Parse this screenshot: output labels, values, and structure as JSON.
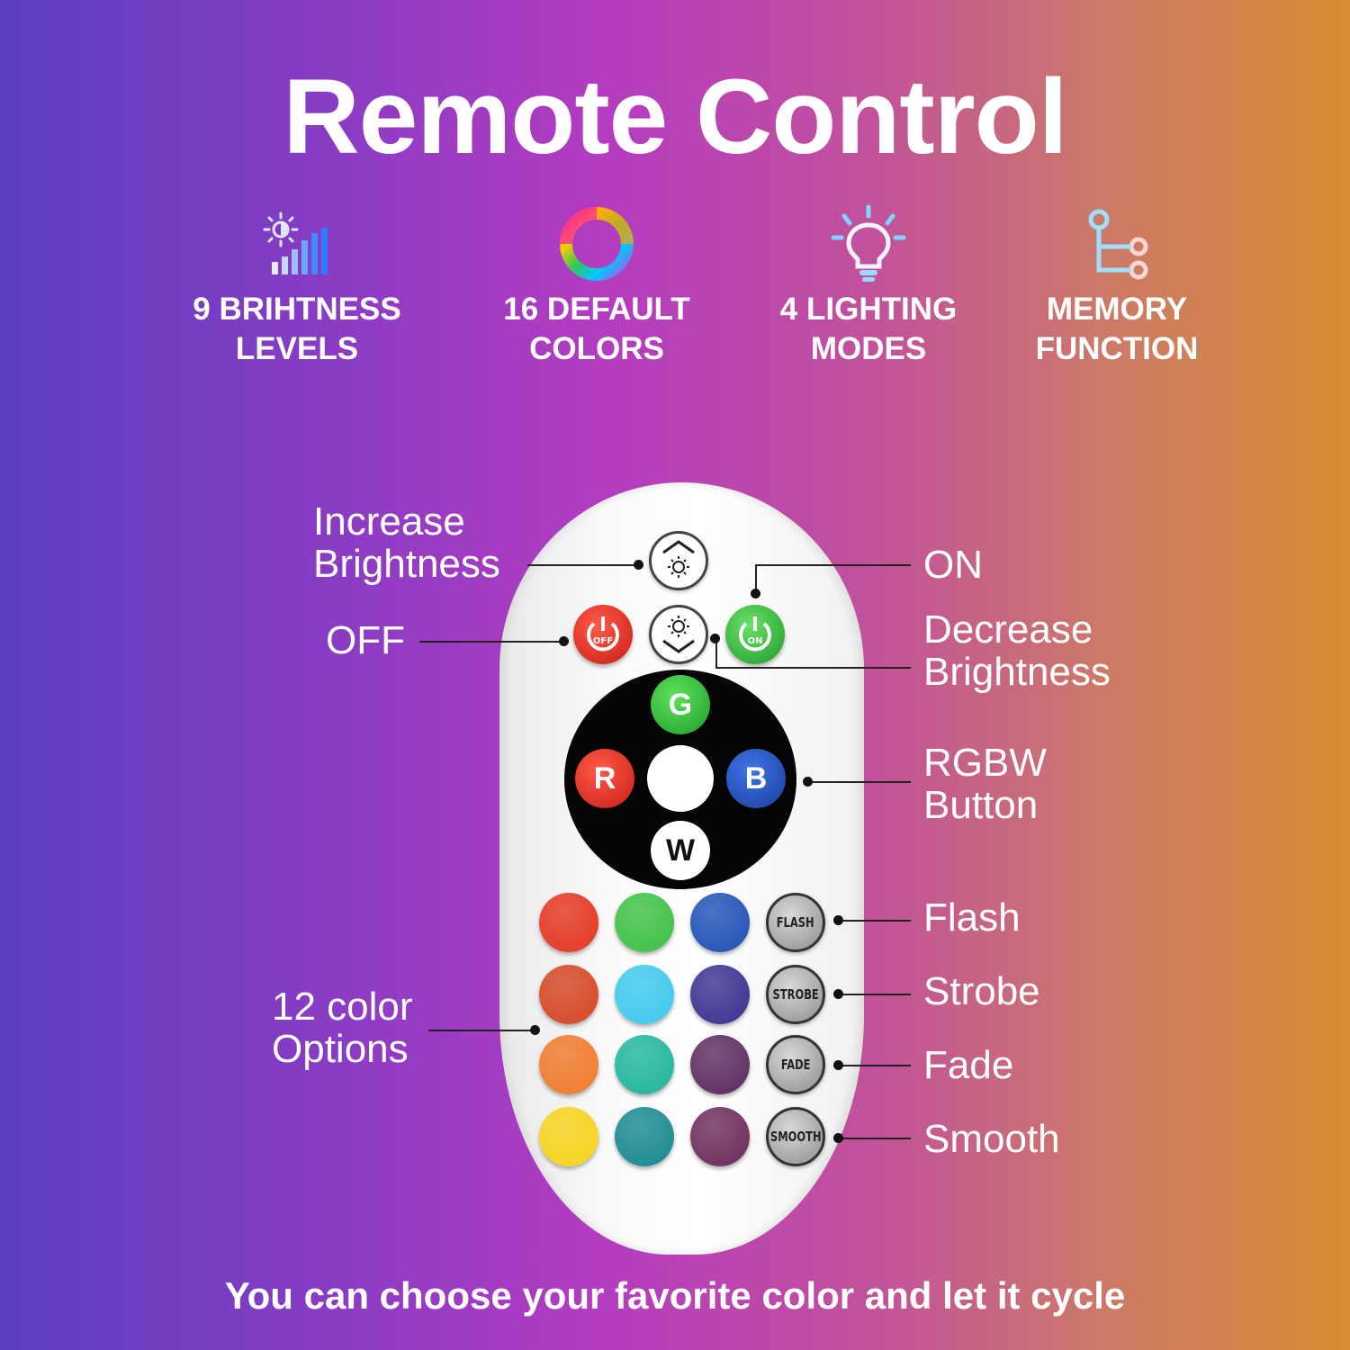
{
  "title": "Remote Control",
  "features": [
    {
      "icon": "brightness-bars-icon",
      "label": "9 BRIHTNESS\nLEVELS"
    },
    {
      "icon": "color-ring-icon",
      "label": "16 DEFAULT\nCOLORS"
    },
    {
      "icon": "light-bulb-icon",
      "label": "4 LIGHTING\nMODES"
    },
    {
      "icon": "memory-branch-icon",
      "label": "MEMORY\nFUNCTION"
    }
  ],
  "callouts": {
    "increase": "Increase\nBrightness",
    "off": "OFF",
    "on": "ON",
    "decrease": "Decrease\nBrightness",
    "rgbw": "RGBW\nButton",
    "color_options": "12 color\nOptions",
    "flash": "Flash",
    "strobe": "Strobe",
    "fade": "Fade",
    "smooth": "Smooth"
  },
  "remote": {
    "off_label": "OFF",
    "on_label": "ON",
    "r": "R",
    "g": "G",
    "b": "B",
    "w": "W",
    "flash": "FLASH",
    "strobe": "STROBE",
    "fade": "FADE",
    "smooth": "SMOOTH",
    "colors": [
      [
        "#e53520",
        "#3cc043",
        "#1f4fb5"
      ],
      [
        "#d54522",
        "#3cc8ee",
        "#3b2f8f"
      ],
      [
        "#f0792a",
        "#1fb59c",
        "#5a2a5e"
      ],
      [
        "#f6d31a",
        "#17888f",
        "#6b2a5a"
      ]
    ]
  },
  "footer": "You can choose your favorite color and let it cycle"
}
